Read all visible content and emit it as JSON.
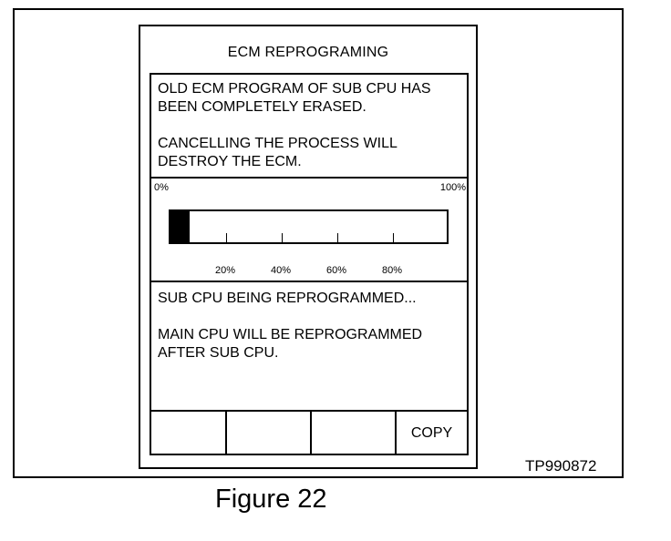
{
  "title": "ECM REPROGRAMING",
  "section1": {
    "line1": "OLD ECM PROGRAM OF SUB CPU HAS\nBEEN COMPLETELY ERASED.",
    "line2": "CANCELLING THE PROCESS WILL\nDESTROY THE ECM."
  },
  "progress": {
    "label_start": "0%",
    "label_end": "100%",
    "ticks": [
      "20%",
      "40%",
      "60%",
      "80%"
    ],
    "value_percent": 7
  },
  "section3": {
    "line1": "SUB CPU BEING REPROGRAMMED...",
    "line2": "MAIN CPU WILL BE REPROGRAMMED\nAFTER SUB CPU."
  },
  "softkeys": [
    "",
    "",
    "",
    "COPY"
  ],
  "figure_id": "TP990872",
  "caption": "Figure 22"
}
